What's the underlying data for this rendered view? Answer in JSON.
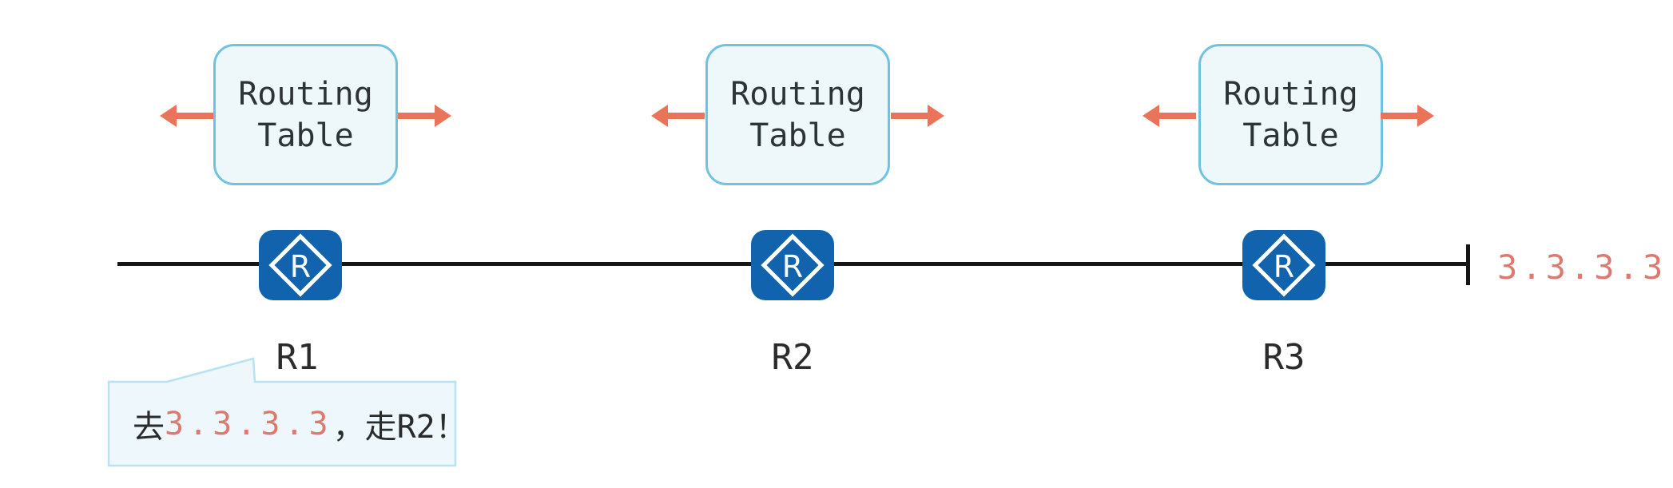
{
  "diagram": {
    "background_color": "#ffffff",
    "link_color": "#161616",
    "arrow_color": "#e9745a",
    "router_fill_color": "#1263ae",
    "box_fill_color": "#eef8fb",
    "box_border_color": "#6fc3de",
    "bubble_fill_color": "#eef8fc",
    "bubble_border_color": "#b8e2f0",
    "highlight_text_color": "#dc7a70",
    "text_color": "#2b2b2b"
  },
  "routers": [
    {
      "name": "R1",
      "table_label": "Routing Table",
      "icon_letter": "R"
    },
    {
      "name": "R2",
      "table_label": "Routing Table",
      "icon_letter": "R"
    },
    {
      "name": "R3",
      "table_label": "Routing Table",
      "icon_letter": "R"
    }
  ],
  "destination": {
    "label": "3.3.3.3"
  },
  "callout": {
    "prefix": "去",
    "ip": "3.3.3.3",
    "suffix": "，走R2！"
  }
}
